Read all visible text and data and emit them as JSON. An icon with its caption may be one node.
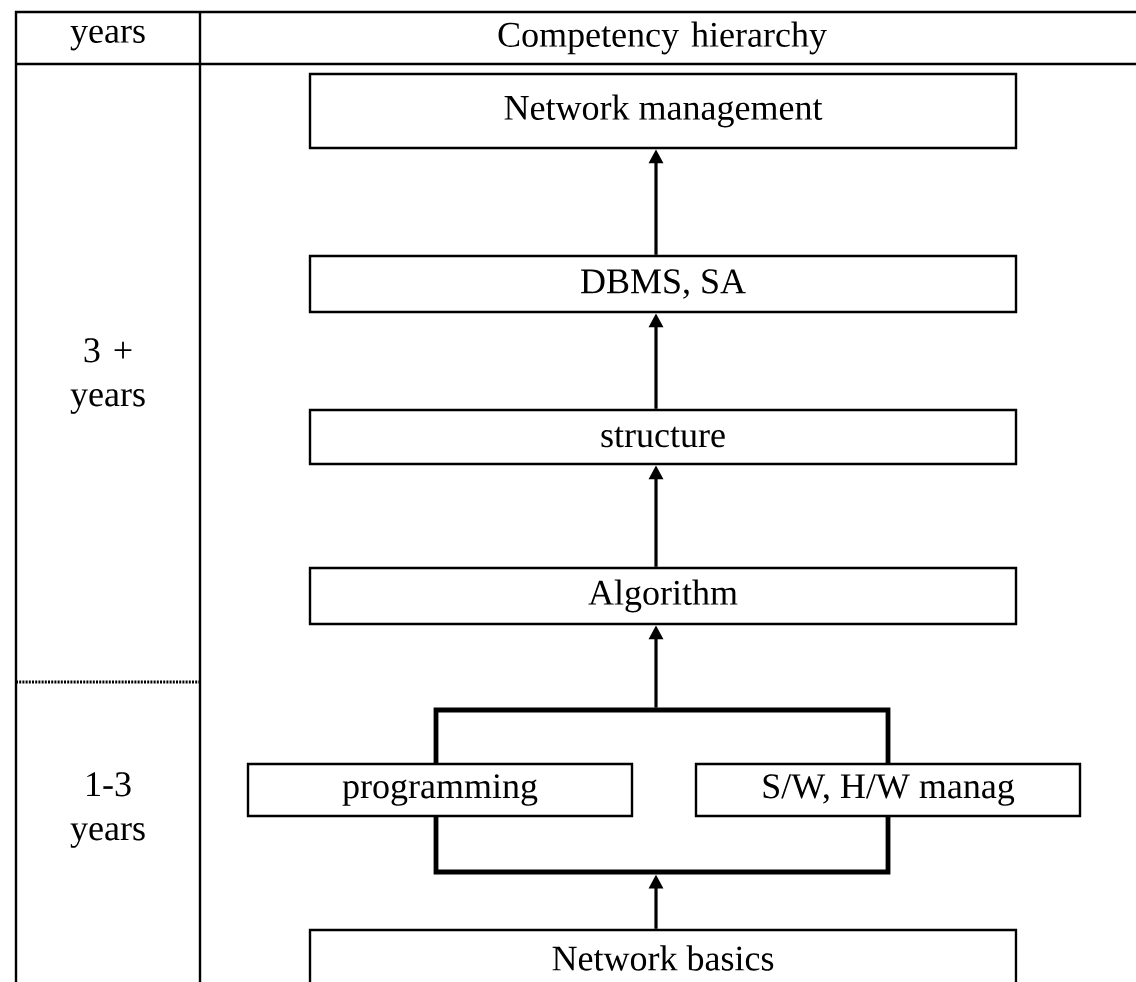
{
  "diagram": {
    "nodes": [
      {
        "text": [
          "Network management"
        ]
      },
      {
        "text": [
          "DBMS, SA"
        ]
      },
      {
        "text": [
          "structure"
        ]
      },
      {
        "text": [
          "Algorithm"
        ]
      },
      {
        "text": [],
        "shape": "box"
      },
      {
        "text": [
          "programming"
        ]
      },
      {
        "text": [
          "S/W, H/W manag"
        ]
      },
      {
        "text": [
          "Network basics"
        ]
      }
    ],
    "edges": [
      {
        "from": 1,
        "to": 0,
        "arrow": "to"
      },
      {
        "from": 2,
        "to": 1,
        "arrow": "to"
      },
      {
        "from": 3,
        "to": 2,
        "arrow": "to"
      },
      {
        "from": 4,
        "to": 3,
        "arrow": "to"
      },
      {
        "from": 7,
        "to": 4,
        "arrow": "to"
      }
    ],
    "labels": [
      "years",
      "Competency hierarchy",
      "3 + years",
      "1-3 years"
    ]
  }
}
